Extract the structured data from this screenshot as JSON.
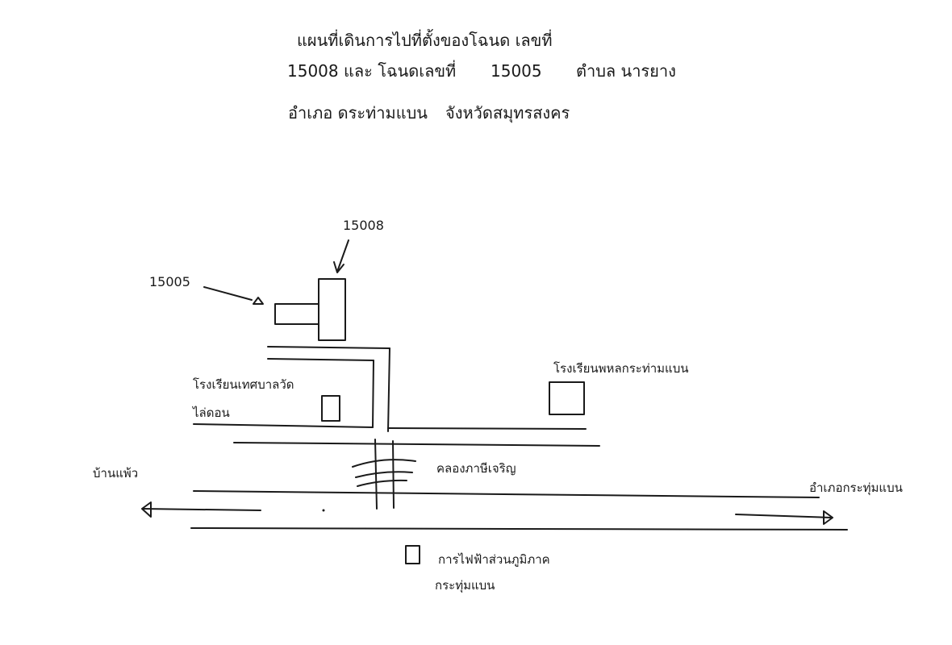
{
  "title": {
    "line1": "แผนที่เดินการไปที่ตั้งของโฉนด เลขที่",
    "line2_a": "15008 และ โฉนดเลขที่",
    "line2_b": "15005",
    "line2_c": "ตำบล นารยาง",
    "line3_a": "อำเภอ ดระท่ามแบน",
    "line3_b": "จังหวัดสมุทรสงคร"
  },
  "map": {
    "plot_15008": "15008",
    "plot_15005": "15005",
    "school_left_line1": "โรงเรียนเทศบาลวัด",
    "school_left_line2": "ไล่ดอน",
    "school_right": "โรงเรียนพหลกระท่ามแบน",
    "canal": "คลองภาษีเจริญ",
    "west_destination": "บ้านแพ้ว",
    "east_destination": "อำเภอกระทุ่มแบน",
    "office_line1": "การไฟฟ้าส่วนภูมิภาค",
    "office_line2": "กระทุ่มแบน"
  },
  "colors": {
    "ink": "#1a1a1a",
    "background": "#ffffff"
  }
}
